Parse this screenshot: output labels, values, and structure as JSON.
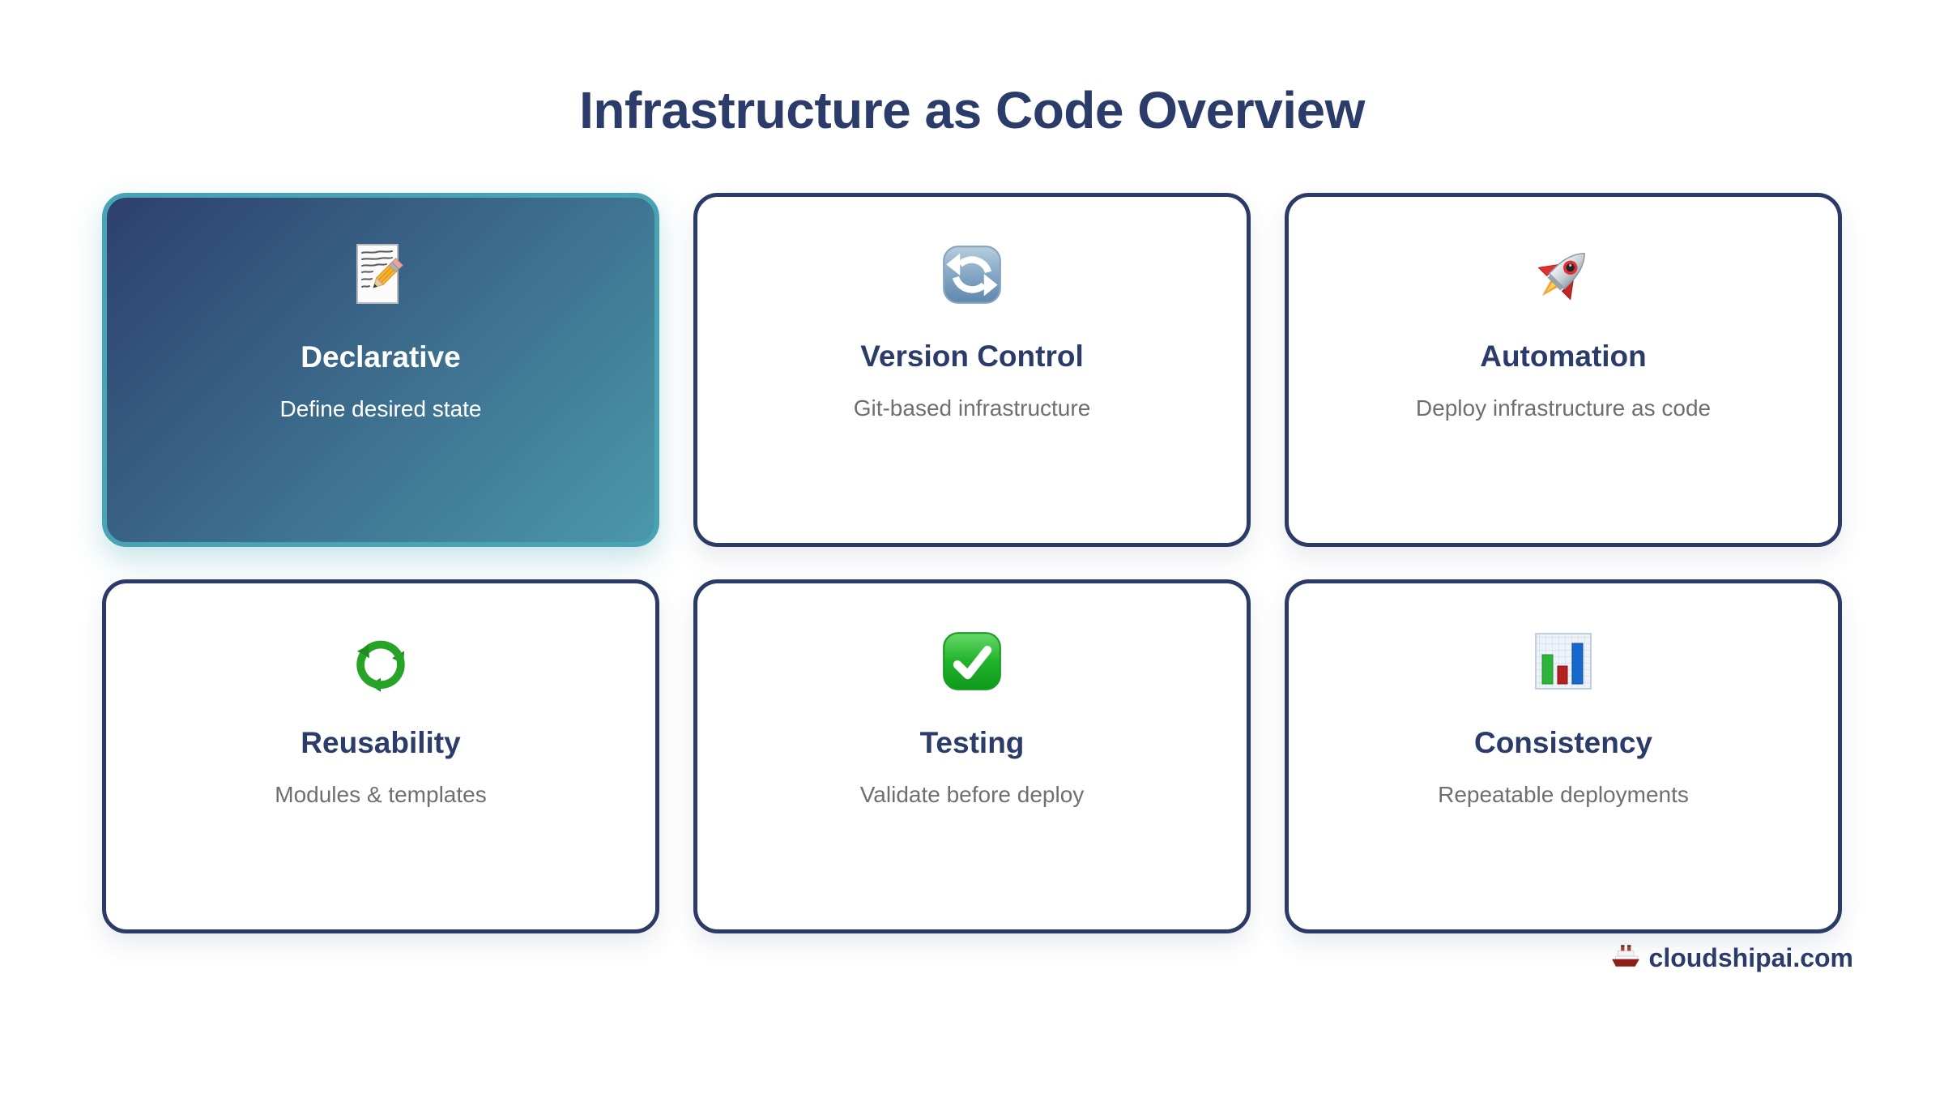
{
  "page": {
    "title": "Infrastructure as Code Overview",
    "footer": {
      "brand": "cloudshipai.com",
      "icon": "ship-icon"
    }
  },
  "colors": {
    "title_navy": "#2c3c6a",
    "card_border_navy": "#2b3a66",
    "active_border_teal": "#48a3b4",
    "active_gradient_start": "#2d3f6e",
    "active_gradient_end": "#4b98aa",
    "subtitle_gray": "#6e6e73",
    "card_bg": "#ffffff"
  },
  "cards": [
    {
      "icon": "memo-icon",
      "title": "Declarative",
      "subtitle": "Define desired state",
      "highlighted": true
    },
    {
      "icon": "counterclockwise-arrows-icon",
      "title": "Version Control",
      "subtitle": "Git-based infrastructure",
      "highlighted": false
    },
    {
      "icon": "rocket-icon",
      "title": "Automation",
      "subtitle": "Deploy infrastructure as code",
      "highlighted": false
    },
    {
      "icon": "recycle-icon",
      "title": "Reusability",
      "subtitle": "Modules & templates",
      "highlighted": false
    },
    {
      "icon": "check-mark-icon",
      "title": "Testing",
      "subtitle": "Validate before deploy",
      "highlighted": false
    },
    {
      "icon": "bar-chart-icon",
      "title": "Consistency",
      "subtitle": "Repeatable deployments",
      "highlighted": false
    }
  ]
}
